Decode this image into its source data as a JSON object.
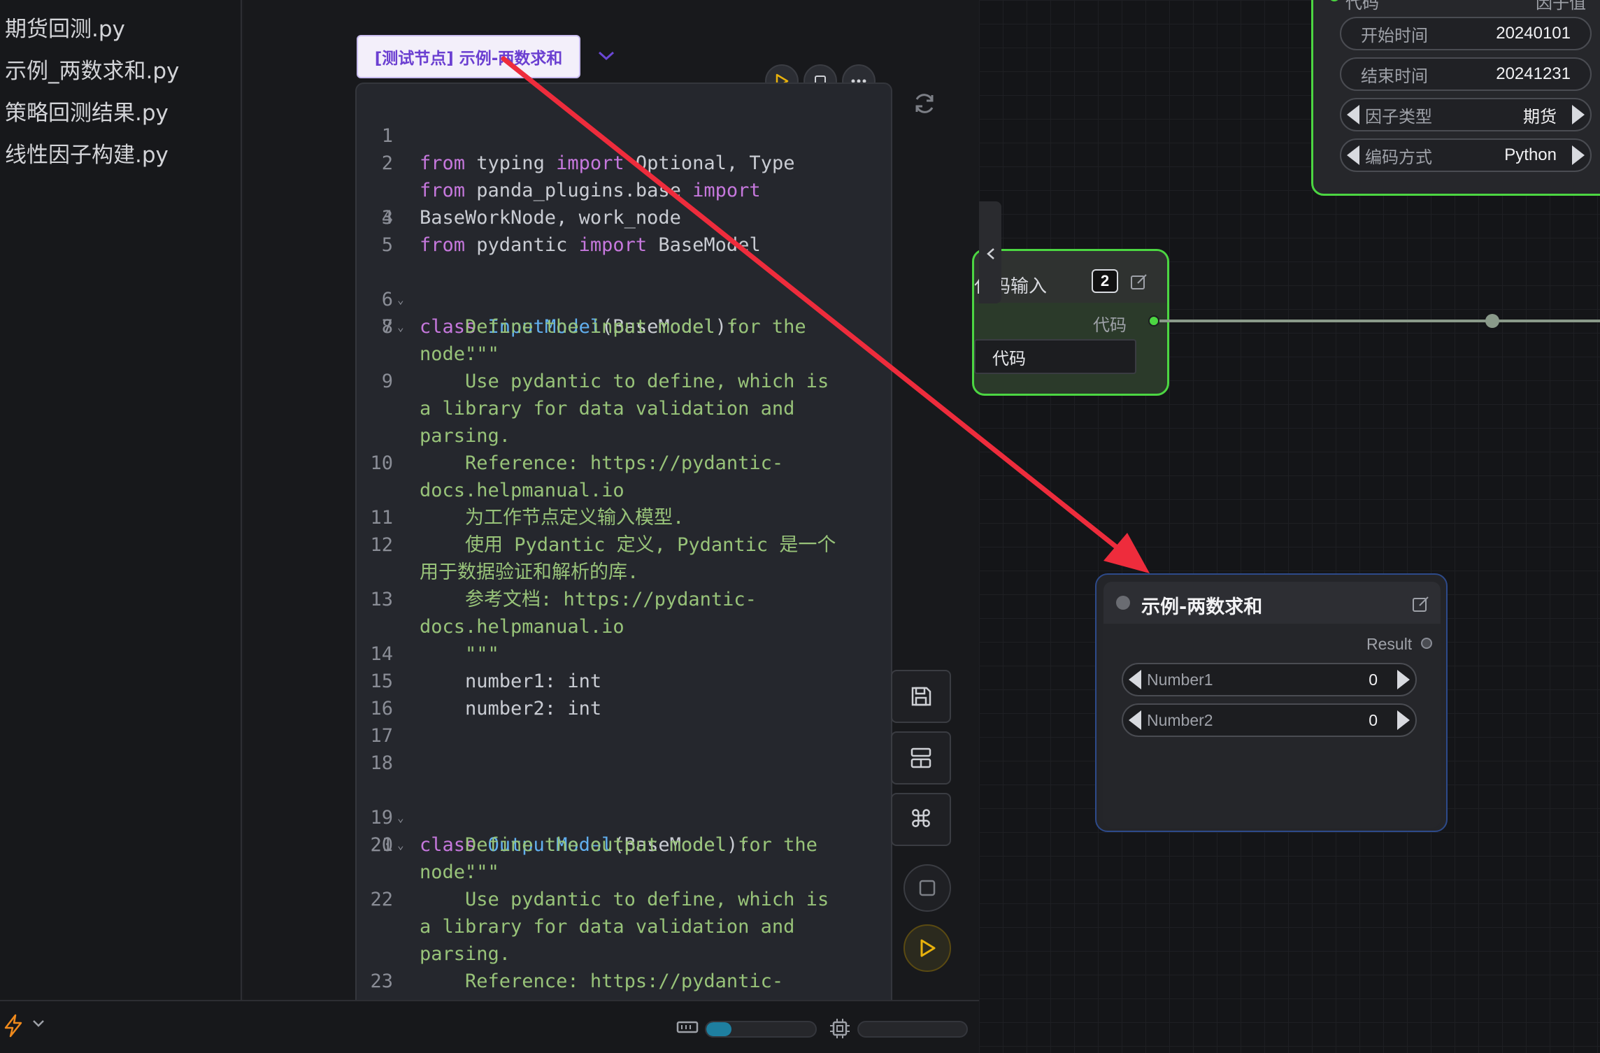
{
  "sidebar": {
    "files": [
      "期货回测.py",
      "示例_两数求和.py",
      "策略回测结果.py",
      "线性因子构建.py"
    ]
  },
  "editor": {
    "tab_label": "[测试节点] 示例-两数求和",
    "lines": [
      {
        "n": "1"
      },
      {
        "n": "2"
      },
      {
        "n": ""
      },
      {
        "n": "3"
      },
      {
        "n": "4"
      },
      {
        "n": "5"
      },
      {
        "n": "6"
      },
      {
        "n": "7"
      },
      {
        "n": "8"
      },
      {
        "n": ""
      },
      {
        "n": "9"
      },
      {
        "n": ""
      },
      {
        "n": ""
      },
      {
        "n": "10"
      },
      {
        "n": ""
      },
      {
        "n": "11"
      },
      {
        "n": "12"
      },
      {
        "n": ""
      },
      {
        "n": "13"
      },
      {
        "n": ""
      },
      {
        "n": "14"
      },
      {
        "n": "15"
      },
      {
        "n": "16"
      },
      {
        "n": "17"
      },
      {
        "n": "18"
      },
      {
        "n": "19"
      },
      {
        "n": "20"
      },
      {
        "n": "21"
      },
      {
        "n": ""
      },
      {
        "n": "22"
      },
      {
        "n": ""
      },
      {
        "n": ""
      },
      {
        "n": "23"
      }
    ],
    "code": {
      "l1a": "from",
      "l1b": " typing ",
      "l1c": "import",
      "l1d": " Optional, Type",
      "l2a": "from",
      "l2b": " panda_plugins.base ",
      "l2c": "import",
      "l2e": "BaseWorkNode, work_node",
      "l3a": "from",
      "l3b": " pydantic ",
      "l3c": "import",
      "l3d": " BaseModel",
      "l6a": "class",
      "l6b": " InputModel",
      "l6c": "(BaseModel):",
      "l7": "    \"\"\"",
      "l8": "    Define the input model for the",
      "l8b": "node.",
      "l9": "    Use pydantic to define, which is",
      "l9b": "a library for data validation and",
      "l9c": "parsing.",
      "l10": "    Reference: https://pydantic-",
      "l10b": "docs.helpmanual.io",
      "l11": "    为工作节点定义输入模型.",
      "l12": "    使用 Pydantic 定义, Pydantic 是一个",
      "l12b": "用于数据验证和解析的库.",
      "l13": "    参考文档: https://pydantic-",
      "l13b": "docs.helpmanual.io",
      "l14": "    \"\"\"",
      "l15": "    number1: int",
      "l16": "    number2: int",
      "l19a": "class",
      "l19b": " OutputModel",
      "l19c": "(BaseModel):",
      "l20": "    \"\"\"",
      "l21": "    Define the output model for the",
      "l21b": "node.",
      "l22": "    Use pydantic to define, which is",
      "l22b": "a library for data validation and",
      "l22c": "parsing.",
      "l23": "    Reference: https://pydantic-"
    }
  },
  "canvas": {
    "params_node": {
      "top_left": "代码",
      "top_right": "因子值",
      "start_label": "开始时间",
      "start_value": "20240101",
      "end_label": "结束时间",
      "end_value": "20241231",
      "type_label": "因子类型",
      "type_value": "期货",
      "encoding_label": "编码方式",
      "encoding_value": "Python"
    },
    "code_node": {
      "title": "代码输入",
      "badge": "2",
      "output_label": "代码",
      "field_value": "代码"
    },
    "sum_node": {
      "title": "示例-两数求和",
      "output_label": "Result",
      "inputs": [
        {
          "label": "Number1",
          "value": "0"
        },
        {
          "label": "Number2",
          "value": "0"
        }
      ]
    }
  },
  "colors": {
    "accent_green": "#4cd642",
    "annotation_red": "#ee2c3c",
    "run_yellow": "#e8b10c",
    "progress_blue": "#1e7fa0"
  },
  "status": {
    "memory_fraction": 0.23,
    "cpu_fraction": 0.0
  }
}
